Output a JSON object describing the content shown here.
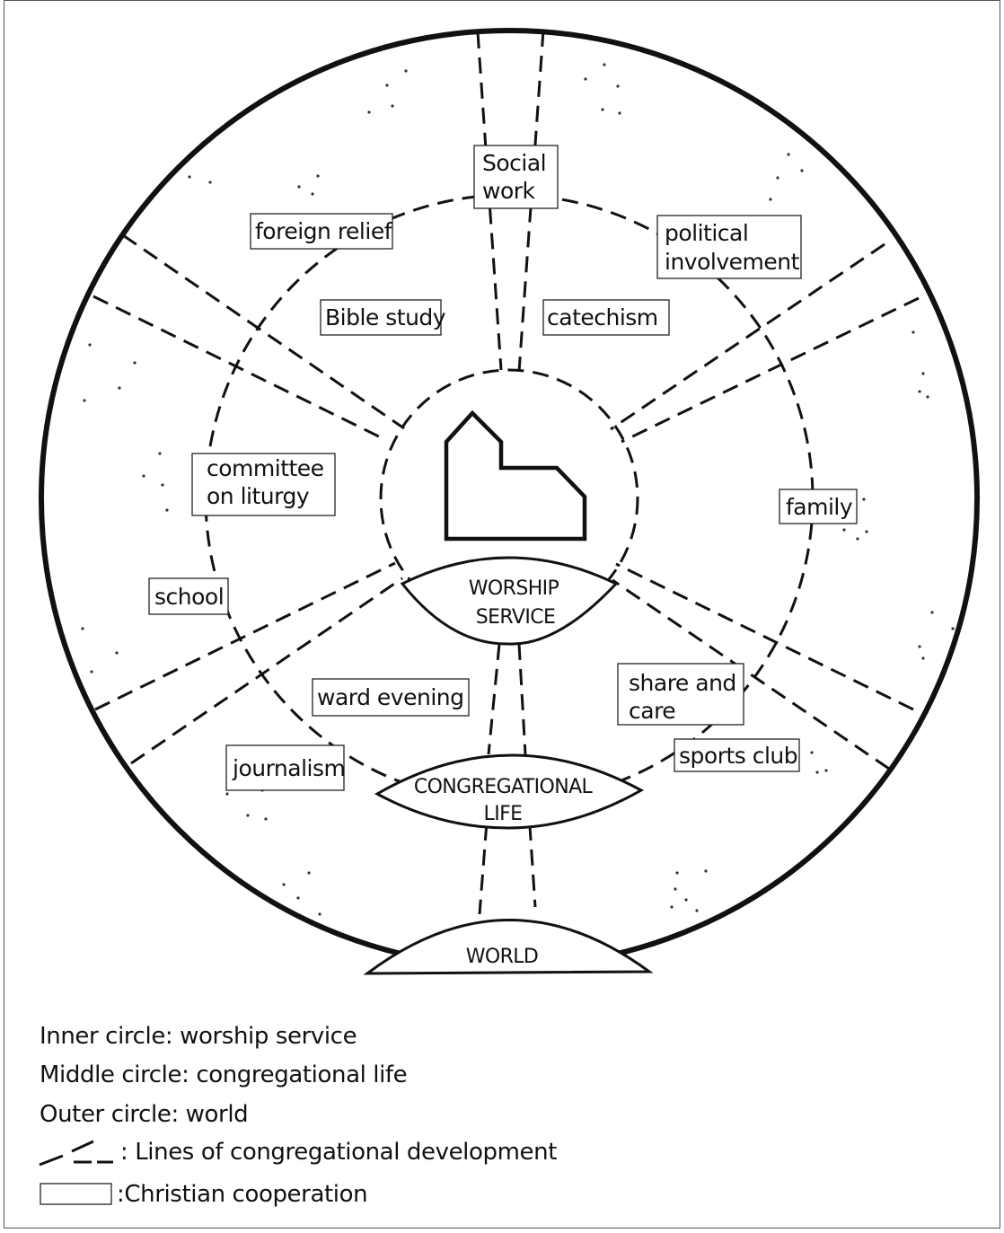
{
  "diagram": {
    "zones": {
      "inner": "WORSHIP SERVICE",
      "middle": "CONGREGATIONAL LIFE",
      "outer": "WORLD"
    },
    "zone_lines": {
      "inner": [
        "WORSHIP",
        "SERVICE"
      ],
      "middle": [
        "CONGREGATIONAL",
        "LIFE"
      ],
      "outer": [
        "WORLD"
      ]
    },
    "boxes": {
      "social_work": [
        "Social",
        "work"
      ],
      "foreign_relief": [
        "foreign relief"
      ],
      "political_involvement": [
        "political",
        "involvement"
      ],
      "bible_study": [
        "Bible study"
      ],
      "catechism": [
        "catechism"
      ],
      "committee_on_liturgy": [
        "committee",
        "on liturgy"
      ],
      "family": [
        "family"
      ],
      "school": [
        "school"
      ],
      "ward_evening": [
        "ward evening"
      ],
      "share_and_care": [
        "share and",
        "care"
      ],
      "journalism": [
        "journalism"
      ],
      "sports_club": [
        "sports club"
      ]
    }
  },
  "legend": {
    "inner": "Inner circle: worship service",
    "middle": "Middle circle: congregational life",
    "outer": "Outer circle: world",
    "lines": ": Lines of congregational development",
    "box": ":Christian cooperation"
  },
  "colors": {
    "ink": "#111111",
    "background": "#ffffff"
  }
}
